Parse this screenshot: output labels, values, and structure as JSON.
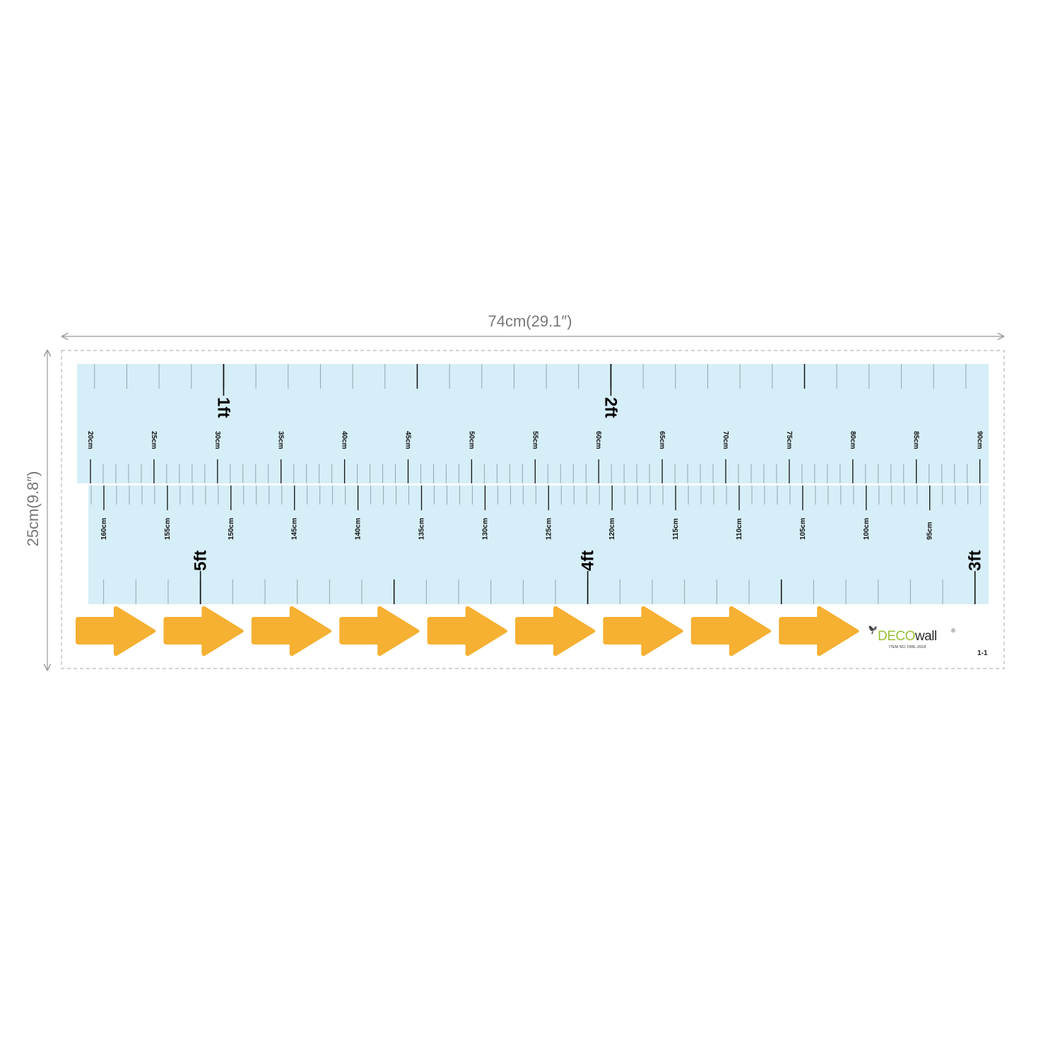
{
  "dimensions": {
    "width_label": "74cm(29.1″)",
    "height_label": "25cm(9.8″)"
  },
  "colors": {
    "strip": "#d6eef7",
    "arrow": "#f6b032",
    "tick": "#8fa6b1",
    "major": "#111111",
    "dim_line": "#999999"
  },
  "top_strip": {
    "cm_labels": [
      "20cm",
      "25cm",
      "30cm",
      "35cm",
      "40cm",
      "45cm",
      "50cm",
      "55cm",
      "60cm",
      "65cm",
      "70cm",
      "75cm",
      "80cm",
      "85cm",
      "90cm"
    ],
    "ft_labels": [
      {
        "label": "1ft",
        "at_cm": 30.48
      },
      {
        "label": "2ft",
        "at_cm": 60.96
      }
    ]
  },
  "bottom_strip": {
    "cm_labels": [
      "160cm",
      "155cm",
      "150cm",
      "145cm",
      "140cm",
      "135cm",
      "130cm",
      "125cm",
      "120cm",
      "115cm",
      "110cm",
      "105cm",
      "100cm",
      "95cm"
    ],
    "ft_labels": [
      {
        "label": "5ft",
        "at_cm": 152.4
      },
      {
        "label": "4ft",
        "at_cm": 121.92
      },
      {
        "label": "3ft",
        "at_cm": 91.44
      }
    ]
  },
  "arrows": {
    "count": 9
  },
  "brand": {
    "name_prefix": "DECO",
    "name_suffix": "wall",
    "registered": "®",
    "item_number": "ITEM NO. DWL-2018",
    "icon": "butterfly-icon"
  },
  "sheet_number": "1-1"
}
